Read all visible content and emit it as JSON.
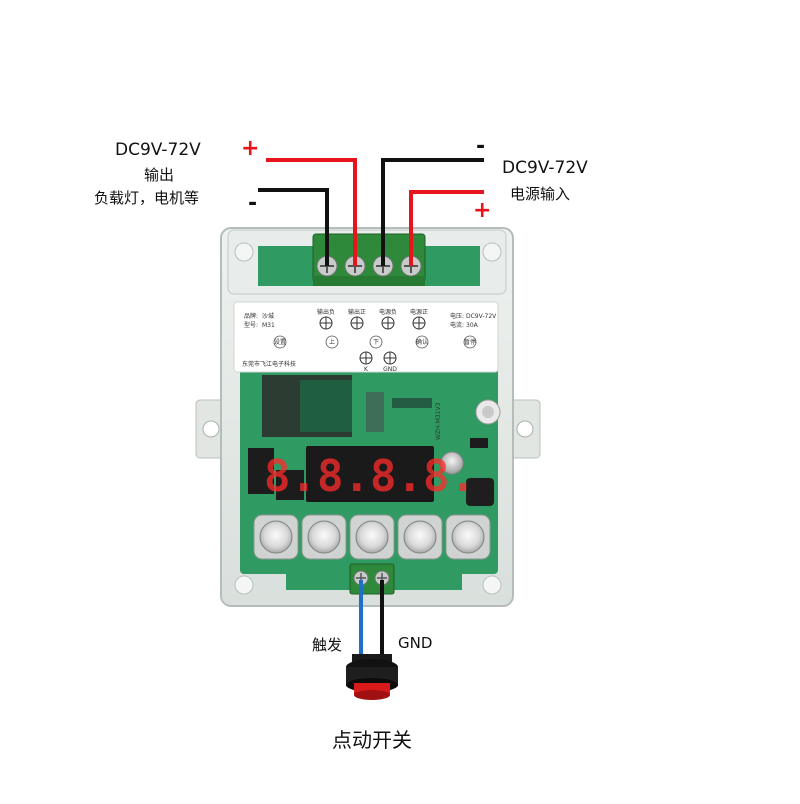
{
  "output": {
    "voltage": "DC9V-72V",
    "type": "输出",
    "load": "负载灯，电机等",
    "plus": "+",
    "minus": "-"
  },
  "input": {
    "voltage": "DC9V-72V",
    "type": "电源输入",
    "plus": "+",
    "minus": "-"
  },
  "panel": {
    "brand_label": "品牌:",
    "brand_value": "沙城",
    "model_label": "型号:",
    "model_value": "M31",
    "voltage_label": "电压:",
    "voltage_value": "DC9V-72V",
    "current_label": "电流:",
    "current_value": "30A",
    "maker": "东莞市飞江电子科技",
    "term_labels": [
      "输出负",
      "输出正",
      "电源负",
      "电源正"
    ],
    "btn_set": "设置",
    "btn_up": "上",
    "btn_down": "下",
    "btn_ok": "确认",
    "btn_stop": "暂停",
    "k_label": "K",
    "gnd_label": "GND",
    "pcb_text": "WZH-M31V3"
  },
  "display": {
    "digits": "8.8.8.8."
  },
  "trigger": {
    "trigger_label": "触发",
    "gnd_label": "GND",
    "switch_label": "点动开关"
  },
  "colors": {
    "positive_wire": "#e8141c",
    "negative_wire": "#111111",
    "trigger_wire": "#1e6fc8",
    "pcb": "#2f9a62",
    "segment": "#ff2a2a",
    "button_cap": "#d81a1a"
  }
}
